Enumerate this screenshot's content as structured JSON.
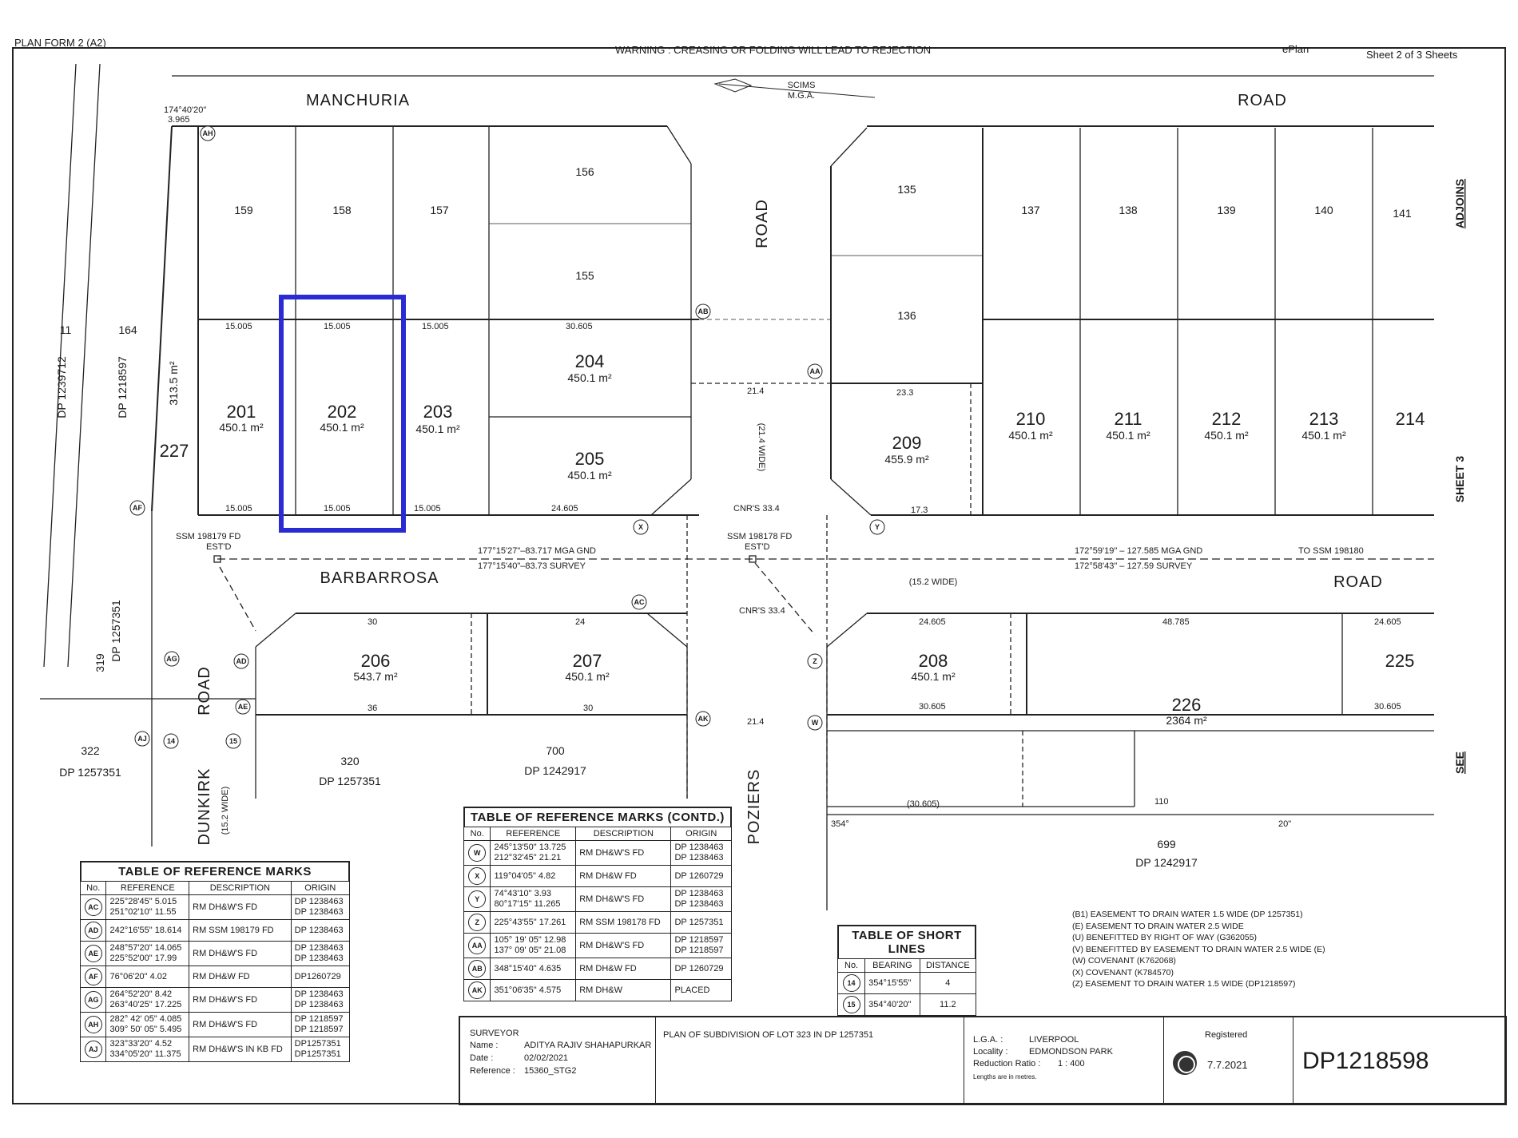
{
  "header": {
    "form": "PLAN FORM 2 (A2)",
    "warning": "WARNING : CREASING OR FOLDING WILL LEAD TO REJECTION",
    "eplan": "ePlan",
    "sheet": "Sheet 2 of 3 Sheets"
  },
  "north": {
    "label1": "SCIMS",
    "label2": "M.G.A."
  },
  "roads": {
    "manchuria_1": "MANCHURIA",
    "manchuria_2": "ROAD",
    "road_vertical": "ROAD",
    "barbarrosa": "BARBARROSA",
    "barbarrosa_road": "ROAD",
    "dunkirk": "DUNKIRK",
    "dunkirk_road": "ROAD",
    "dunkirk_width": "(15.2 WIDE)",
    "poziers": "POZIERS",
    "barbarrosa_width": "(15.2 WIDE)",
    "road_width": "(21.4 WIDE)"
  },
  "side_notes": {
    "adjoins": "ADJOINS",
    "sheet3": "SHEET 3",
    "see": "SEE"
  },
  "lots": [
    {
      "no": "201",
      "area": "450.1 m²"
    },
    {
      "no": "202",
      "area": "450.1 m²"
    },
    {
      "no": "203",
      "area": "450.1 m²"
    },
    {
      "no": "204",
      "area": "450.1 m²"
    },
    {
      "no": "205",
      "area": "450.1 m²"
    },
    {
      "no": "206",
      "area": "543.7 m²"
    },
    {
      "no": "207",
      "area": "450.1 m²"
    },
    {
      "no": "208",
      "area": "450.1 m²"
    },
    {
      "no": "209",
      "area": "455.9 m²"
    },
    {
      "no": "210",
      "area": "450.1 m²"
    },
    {
      "no": "211",
      "area": "450.1 m²"
    },
    {
      "no": "212",
      "area": "450.1 m²"
    },
    {
      "no": "213",
      "area": "450.1 m²"
    },
    {
      "no": "214",
      "area": ""
    },
    {
      "no": "225",
      "area": ""
    },
    {
      "no": "226",
      "area": "2364 m²"
    },
    {
      "no": "227",
      "area": "313.5 m²"
    }
  ],
  "dp_labels": {
    "dp_lots": [
      "159",
      "158",
      "157",
      "156",
      "155",
      "135",
      "136",
      "137",
      "138",
      "139",
      "140",
      "141"
    ],
    "dp1": "DP 1218597",
    "dp2": "DP 1239712",
    "dp1_num": "164",
    "dp2_num": "11",
    "lot320": "320",
    "dp320": "DP 1257351",
    "lot700": "700",
    "dp700": "DP 1242917",
    "lot322": "322",
    "dp322": "DP 1257351",
    "lot319": "319",
    "dp319": "DP 1257351",
    "lot699": "699",
    "dp699": "DP 1242917"
  },
  "survey": {
    "ssm1": "SSM 198179 FD",
    "ssm2": "SSM 198178 FD",
    "estd": "EST'D",
    "bearing1": "177°15'27\"–83.717 MGA GND",
    "bearing2": "177°15'40\"–83.73 SURVEY",
    "bearing3": "172°59'19\" – 127.585 MGA GND",
    "bearing4": "172°58'43\" – 127.59 SURVEY",
    "to_ssm": "TO SSM 198180",
    "cnrs": "CNR'S 33.4"
  },
  "table_reference_marks": {
    "title": "TABLE OF REFERENCE MARKS",
    "headers": [
      "No.",
      "REFERENCE",
      "DESCRIPTION",
      "ORIGIN"
    ],
    "rows": [
      {
        "no": "AC",
        "ref": "225°28'45\"  5.015\n251°02'10\"  11.55",
        "desc": "RM DH&W'S FD",
        "origin": "DP 1238463\nDP 1238463"
      },
      {
        "no": "AD",
        "ref": "242°16'55\"  18.614",
        "desc": "RM SSM 198179 FD",
        "origin": "DP 1238463"
      },
      {
        "no": "AE",
        "ref": "248°57'20\"  14.065\n225°52'00\"  17.99",
        "desc": "RM DH&W'S FD",
        "origin": "DP 1238463\nDP 1238463"
      },
      {
        "no": "AF",
        "ref": "76°06'20\"  4.02",
        "desc": "RM DH&W FD",
        "origin": "DP1260729"
      },
      {
        "no": "AG",
        "ref": "264°52'20\"  8.42\n263°40'25\"  17.225",
        "desc": "RM DH&W'S FD",
        "origin": "DP 1238463\nDP 1238463"
      },
      {
        "no": "AH",
        "ref": "282° 42' 05\"  4.085\n309° 50' 05\"  5.495",
        "desc": "RM DH&W'S FD",
        "origin": "DP 1218597\nDP 1218597"
      },
      {
        "no": "AJ",
        "ref": "323°33'20\"  4.52\n334°05'20\"  11.375",
        "desc": "RM DH&W'S IN KB FD",
        "origin": "DP1257351\nDP1257351"
      }
    ]
  },
  "table_reference_marks_contd": {
    "title": "TABLE OF REFERENCE MARKS (CONTD.)",
    "headers": [
      "No.",
      "REFERENCE",
      "DESCRIPTION",
      "ORIGIN"
    ],
    "rows": [
      {
        "no": "W",
        "ref": "245°13'50\"  13.725\n212°32'45\"  21.21",
        "desc": "RM DH&W'S FD",
        "origin": "DP 1238463\nDP 1238463"
      },
      {
        "no": "X",
        "ref": "119°04'05\"  4.82",
        "desc": "RM DH&W FD",
        "origin": "DP 1260729"
      },
      {
        "no": "Y",
        "ref": "74°43'10\"  3.93\n80°17'15\"  11.265",
        "desc": "RM DH&W'S FD",
        "origin": "DP 1238463\nDP 1238463"
      },
      {
        "no": "Z",
        "ref": "225°43'55\"  17.261",
        "desc": "RM SSM 198178 FD",
        "origin": "DP 1257351"
      },
      {
        "no": "AA",
        "ref": "105° 19' 05\"  12.98\n137° 09' 05\"  21.08",
        "desc": "RM DH&W'S FD",
        "origin": "DP 1218597\nDP 1218597"
      },
      {
        "no": "AB",
        "ref": "348°15'40\"  4.635",
        "desc": "RM DH&W FD",
        "origin": "DP 1260729"
      },
      {
        "no": "AK",
        "ref": "351°06'35\"  4.575",
        "desc": "RM DH&W",
        "origin": "PLACED"
      }
    ]
  },
  "table_short_lines": {
    "title": "TABLE OF SHORT LINES",
    "headers": [
      "No.",
      "BEARING",
      "DISTANCE"
    ],
    "rows": [
      {
        "no": "14",
        "bearing": "354°15'55\"",
        "distance": "4"
      },
      {
        "no": "15",
        "bearing": "354°40'20\"",
        "distance": "11.2"
      }
    ]
  },
  "easements": [
    "(B1)  EASEMENT TO DRAIN WATER 1.5 WIDE (DP 1257351)",
    "(E)   EASEMENT TO DRAIN WATER 2.5 WIDE",
    "(U)   BENEFITTED BY RIGHT OF WAY (G362055)",
    "(V)   BENEFITTED BY EASEMENT TO DRAIN WATER 2.5 WIDE (E)",
    "(W)   COVENANT (K762068)",
    "(X)   COVENANT (K784570)",
    "(Z)   EASEMENT TO DRAIN WATER 1.5 WIDE (DP1218597)"
  ],
  "title_block": {
    "surveyor_label": "SURVEYOR",
    "name_label": "Name :",
    "name": "ADITYA RAJIV SHAHAPURKAR",
    "date_label": "Date :",
    "date": "02/02/2021",
    "reference_label": "Reference :",
    "reference": "15360_STG2",
    "plan_title": "PLAN OF SUBDIVISION OF LOT 323 IN DP 1257351",
    "lga_label": "L.G.A. :",
    "lga": "LIVERPOOL",
    "locality_label": "Locality :",
    "locality": "EDMONDSON PARK",
    "ratio_label": "Reduction Ratio :",
    "ratio": "1 : 400",
    "lengths": "Lengths are in metres.",
    "registered_label": "Registered",
    "registered_date": "7.7.2021",
    "dp_number": "DP1218598"
  },
  "highlight_color": "#2b2bd4"
}
